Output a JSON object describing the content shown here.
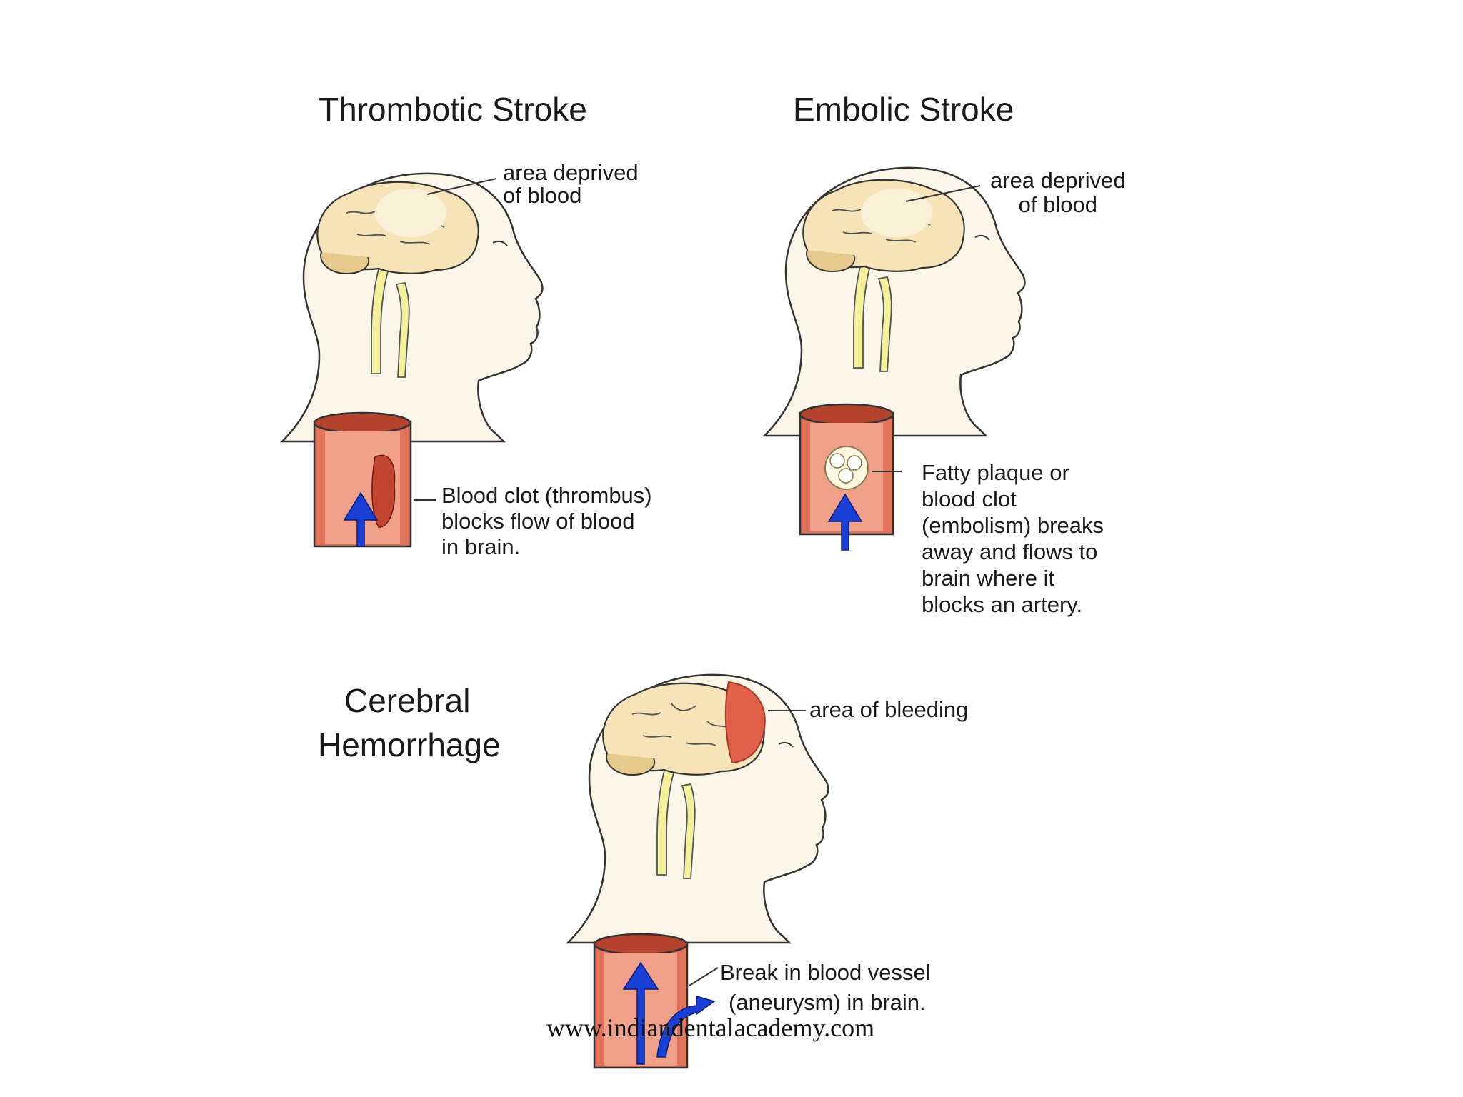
{
  "panels": {
    "thrombotic": {
      "title": "Thrombotic Stroke",
      "brain_label": [
        "area deprived",
        "of blood"
      ],
      "vessel_label": [
        "Blood clot (thrombus)",
        "blocks flow of blood",
        "in brain."
      ]
    },
    "embolic": {
      "title": "Embolic Stroke",
      "brain_label": [
        "area deprived",
        "of blood"
      ],
      "vessel_label": [
        "Fatty plaque or",
        "blood clot",
        "(embolism) breaks",
        "away and flows to",
        "brain where it",
        "blocks an artery."
      ]
    },
    "hemorrhage": {
      "title": [
        "Cerebral",
        "Hemorrhage"
      ],
      "brain_label": "area of bleeding",
      "vessel_label": [
        "Break in blood vessel",
        "(aneurysm) in brain."
      ]
    }
  },
  "watermark": "www.indiandentalacademy.com",
  "colors": {
    "skin": "#fbf6e8",
    "brain": "#f6e3b8",
    "vessel": "#e0735a",
    "vessel_dark": "#b5432e",
    "arrow": "#1a3fd6",
    "bleed": "#e0604a",
    "nerve": "#f6ef9c"
  }
}
